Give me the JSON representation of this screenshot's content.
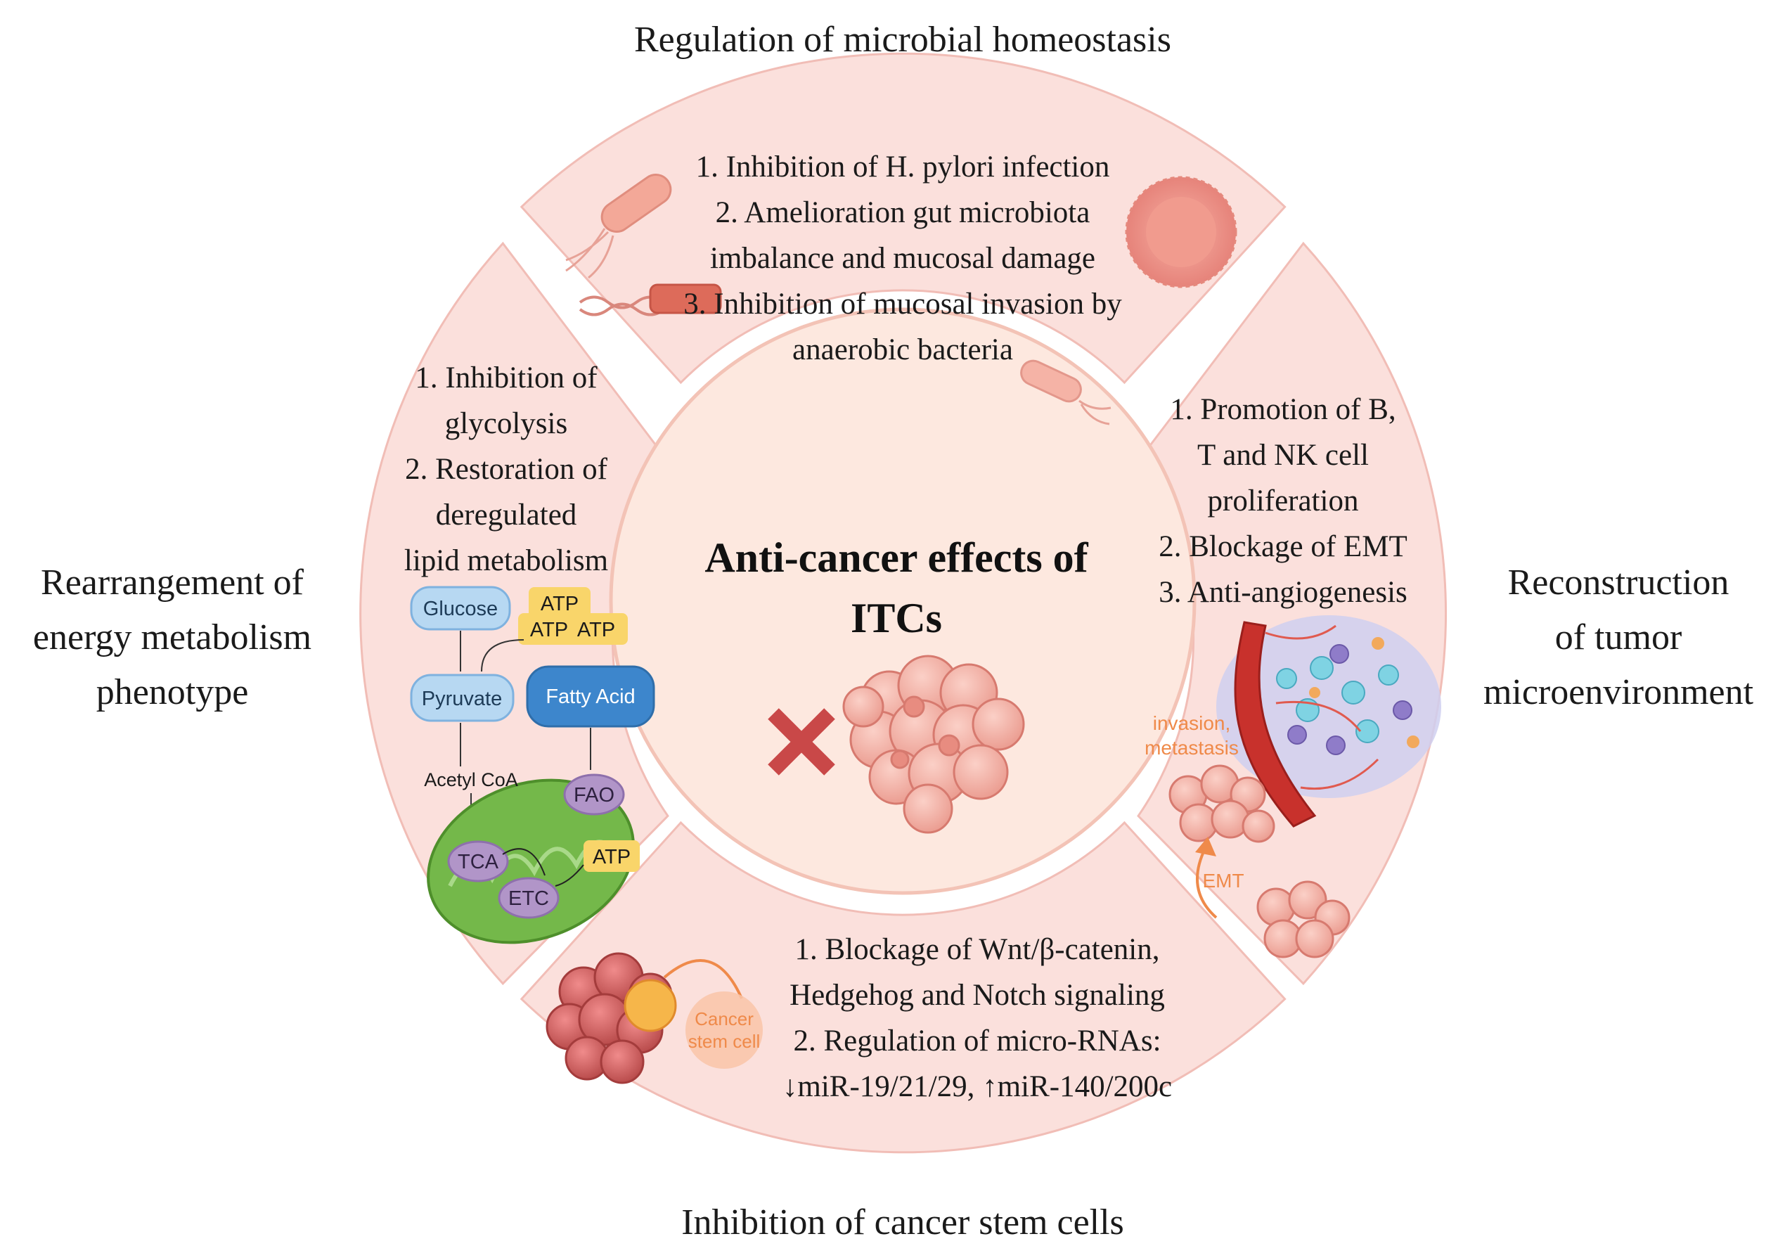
{
  "center": {
    "title_line1": "Anti-cancer effects of",
    "title_line2": "ITCs"
  },
  "sections": {
    "top": {
      "title": "Regulation of microbial homeostasis",
      "lines": [
        "1. Inhibition of H. pylori infection",
        "2. Amelioration gut microbiota",
        "imbalance and mucosal damage",
        "3. Inhibition of mucosal invasion by",
        "anaerobic bacteria"
      ]
    },
    "left": {
      "title_lines": [
        "Rearrangement of",
        "energy metabolism",
        "phenotype"
      ],
      "lines": [
        "1. Inhibition of",
        "glycolysis",
        "2. Restoration of",
        "deregulated",
        "lipid metabolism"
      ]
    },
    "right": {
      "title_lines": [
        "Reconstruction",
        "of tumor",
        "microenvironment"
      ],
      "lines": [
        "1. Promotion of B,",
        "T and NK cell",
        "proliferation",
        "2. Blockage of EMT",
        "3. Anti-angiogenesis"
      ]
    },
    "bottom": {
      "title": "Inhibition of cancer stem cells",
      "lines": [
        "1. Blockage of Wnt/β-catenin,",
        "Hedgehog and Notch signaling",
        "2. Regulation of micro-RNAs:",
        "↓miR-19/21/29, ↑miR-140/200c"
      ]
    }
  },
  "metabolism_labels": {
    "glucose": "Glucose",
    "atp_top": "ATP",
    "atp_mid_left": "ATP",
    "atp_mid_right": "ATP",
    "pyruvate": "Pyruvate",
    "fatty_acid": "Fatty Acid",
    "acetyl_coa": "Acetyl CoA",
    "fao": "FAO",
    "tca": "TCA",
    "etc": "ETC",
    "atp_mito": "ATP"
  },
  "tumor_labels": {
    "invasion_line1": "invasion,",
    "invasion_line2": "metastasis",
    "emt": "EMT"
  },
  "stem_labels": {
    "line1": "Cancer",
    "line2": "stem cell"
  },
  "colors": {
    "segment_fill": "#fbe0dc",
    "segment_stroke": "#f1bdb6",
    "center_fill": "#fde8df",
    "cross": "#c94848",
    "accent_orange": "#ef8a4a",
    "mito_green": "#74b84a",
    "atp_yellow": "#f9d56a",
    "light_blue": "#b7d8f2",
    "dark_blue": "#3d86cc",
    "purple": "#b195c8"
  }
}
